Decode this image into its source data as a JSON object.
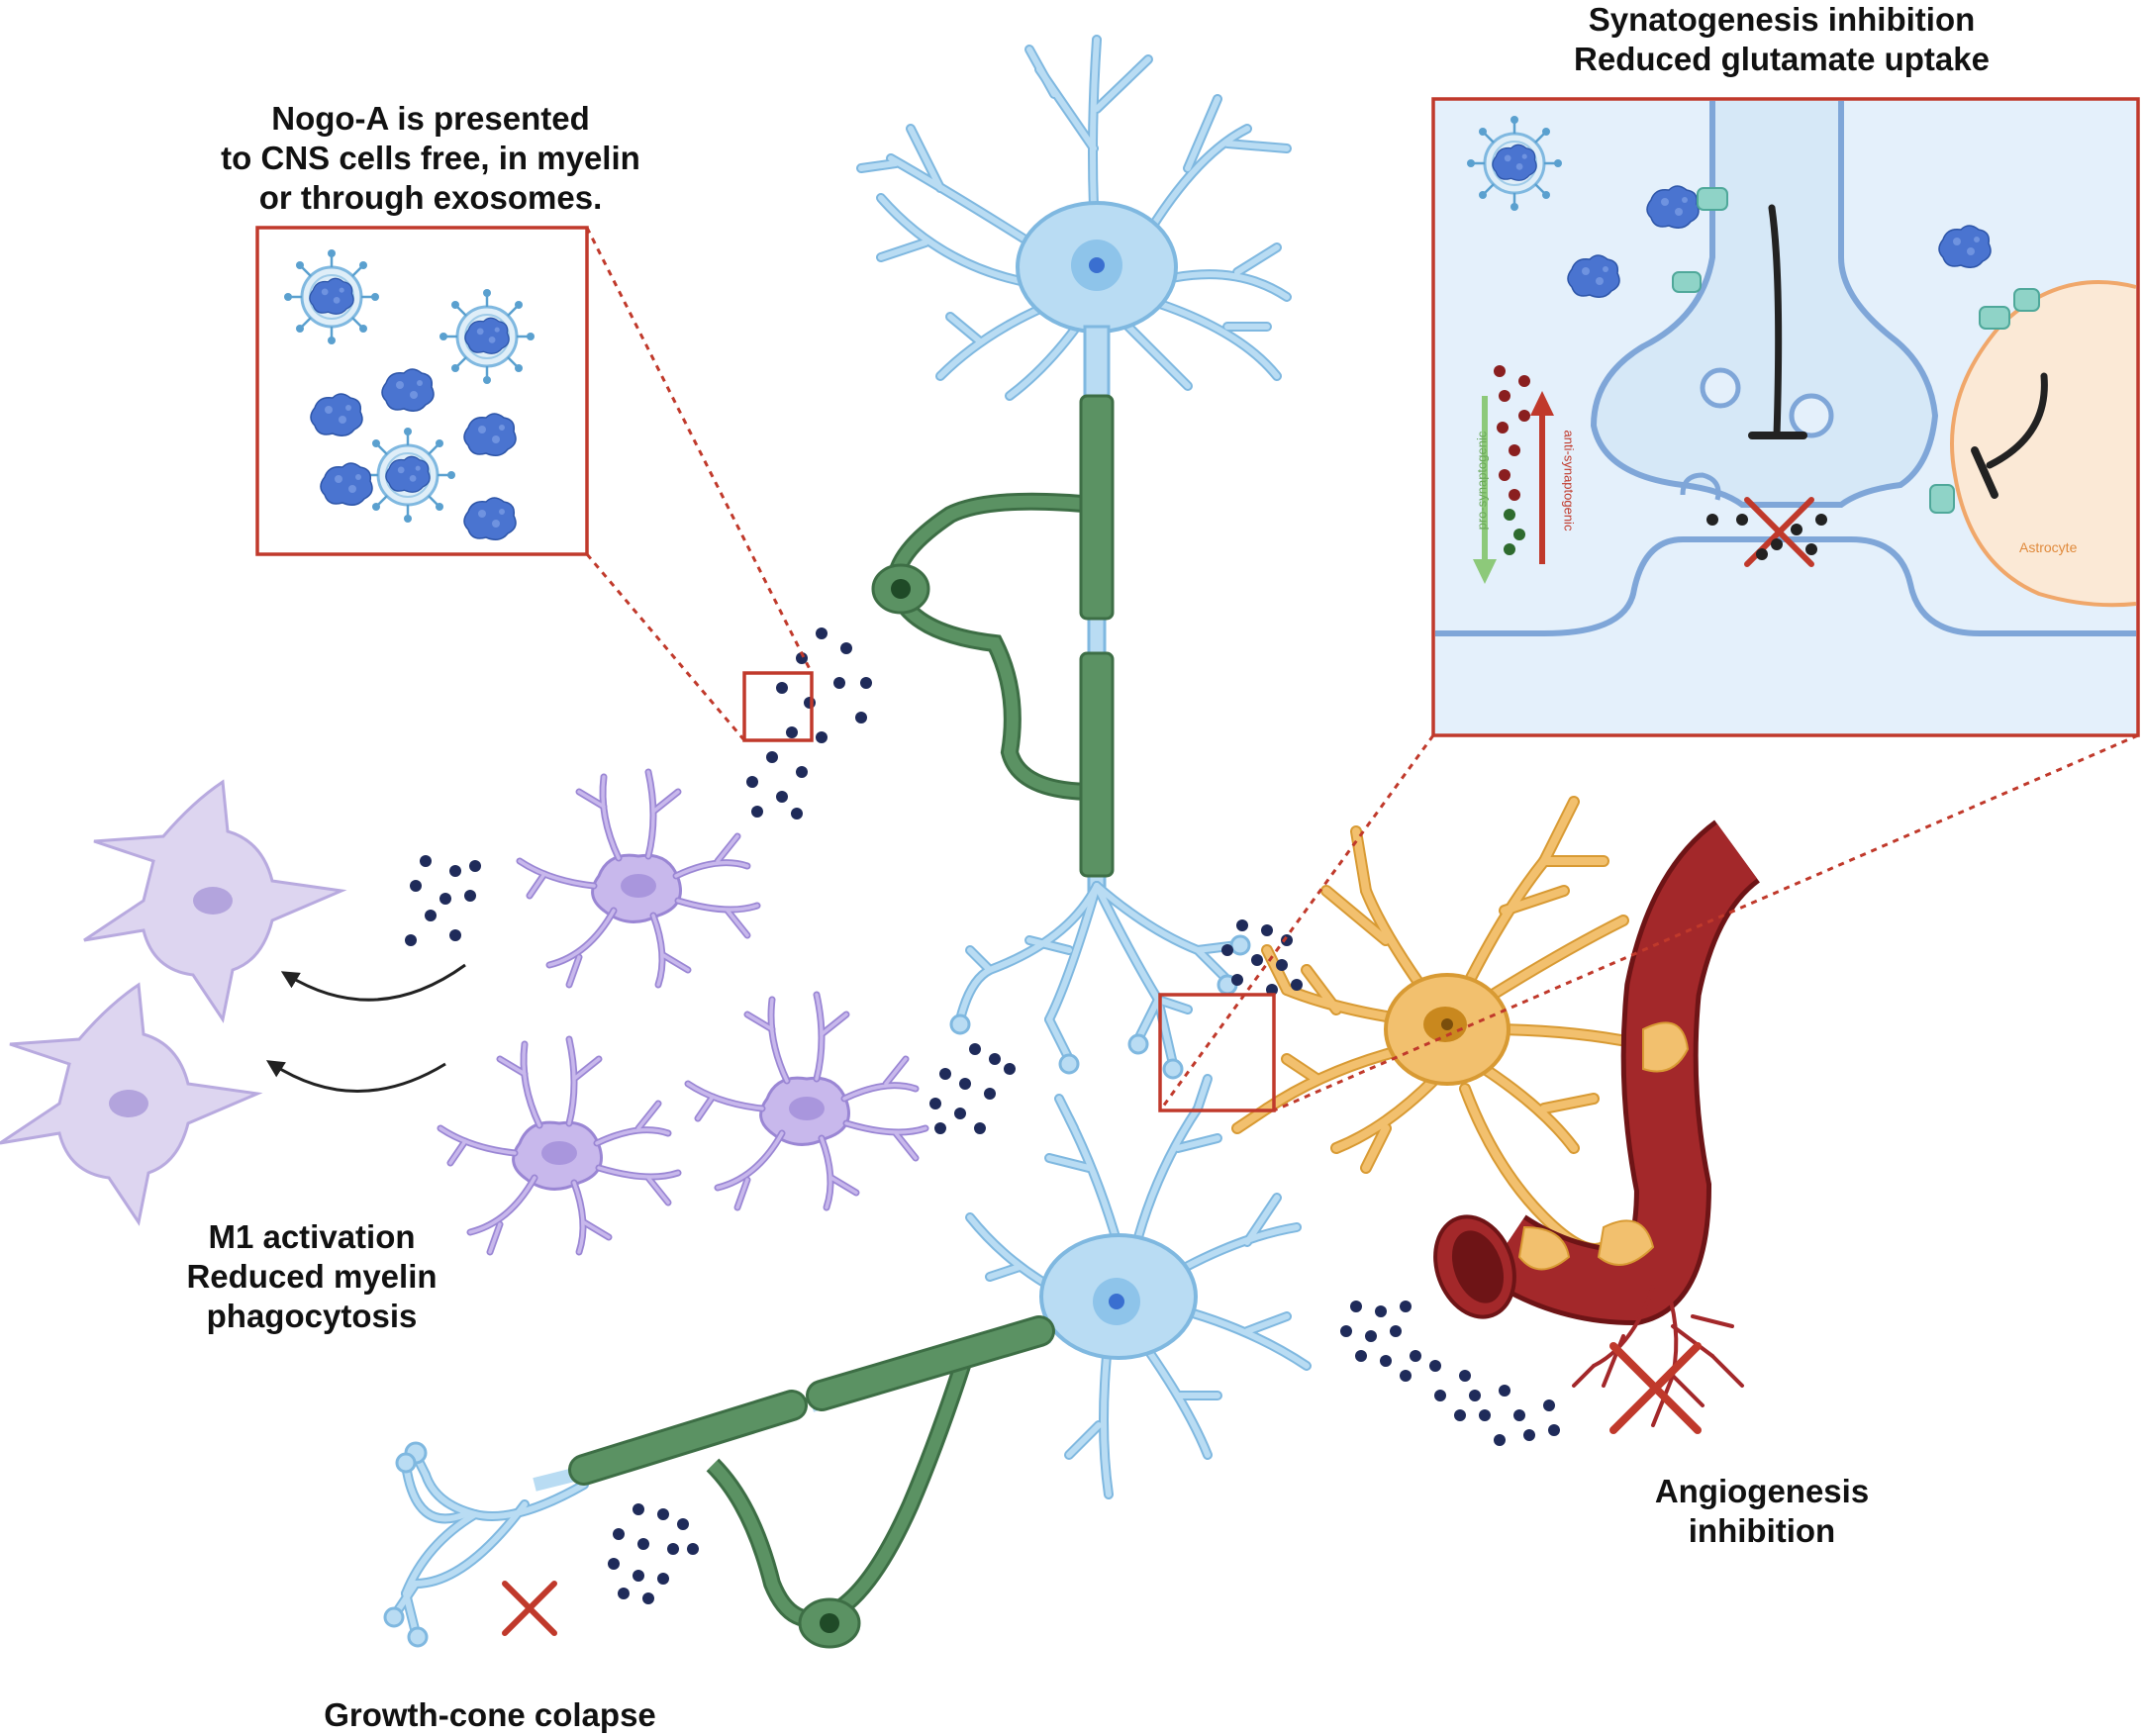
{
  "labels": {
    "nogo": [
      "Nogo-A is presented",
      "to CNS cells free, in myelin",
      "or through exosomes."
    ],
    "synapto": [
      "Synatogenesis inhibition",
      "Reduced glutamate uptake"
    ],
    "m1": [
      "M1 activation",
      "Reduced myelin",
      "phagocytosis"
    ],
    "angio": [
      "Angiogenesis",
      "inhibition"
    ],
    "growth": "Growth-cone colapse",
    "pro": "pro-synaptogenic",
    "anti": "anti-synaptogenic",
    "astrocyte": "Astrocyte"
  },
  "colors": {
    "neuron": "#b9dcf3",
    "neuron_stroke": "#7fb8e0",
    "myelin": "#5b9263",
    "myelin_dark": "#3d6e45",
    "microglia": "#c8b8ec",
    "microglia_stroke": "#9a86d4",
    "microglia_active": "#dcd3f0",
    "astro": "#f2c06e",
    "astro_stroke": "#d89a33",
    "vessel": "#a3282a",
    "vessel_dark": "#6e1416",
    "dot": "#1f2b5a",
    "frame": "#c0392b",
    "protein": "#4a74d0",
    "synapse_bg": "#e4f0fb",
    "pro_arrow": "#8dc97a",
    "anti_arrow": "#c0392b"
  }
}
